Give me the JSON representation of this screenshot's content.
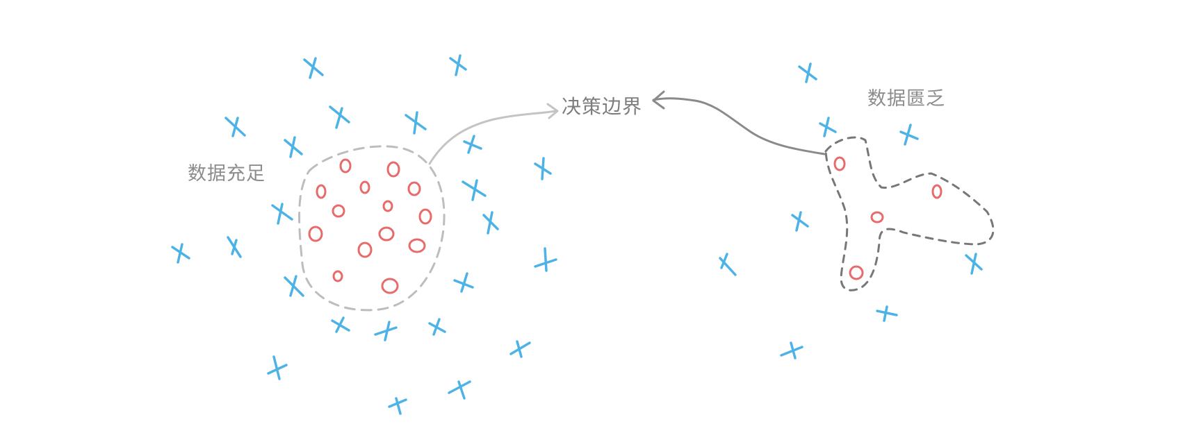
{
  "labels": {
    "data_abundant": "数据充足",
    "data_scarce": "数据匮乏",
    "decision_boundary": "决策边界"
  },
  "colors": {
    "cross_class": "#4db3e6",
    "circle_class": "#e86a6a",
    "boundary_left": "#bdbdbd",
    "boundary_right": "#777777",
    "arrow_left": "#c4c4c4",
    "arrow_right": "#8a8a8a",
    "label_text": "#8c8c8c"
  },
  "legend_semantics": {
    "cross_marker": "x-mark-icon",
    "circle_marker": "circle-mark-icon"
  }
}
